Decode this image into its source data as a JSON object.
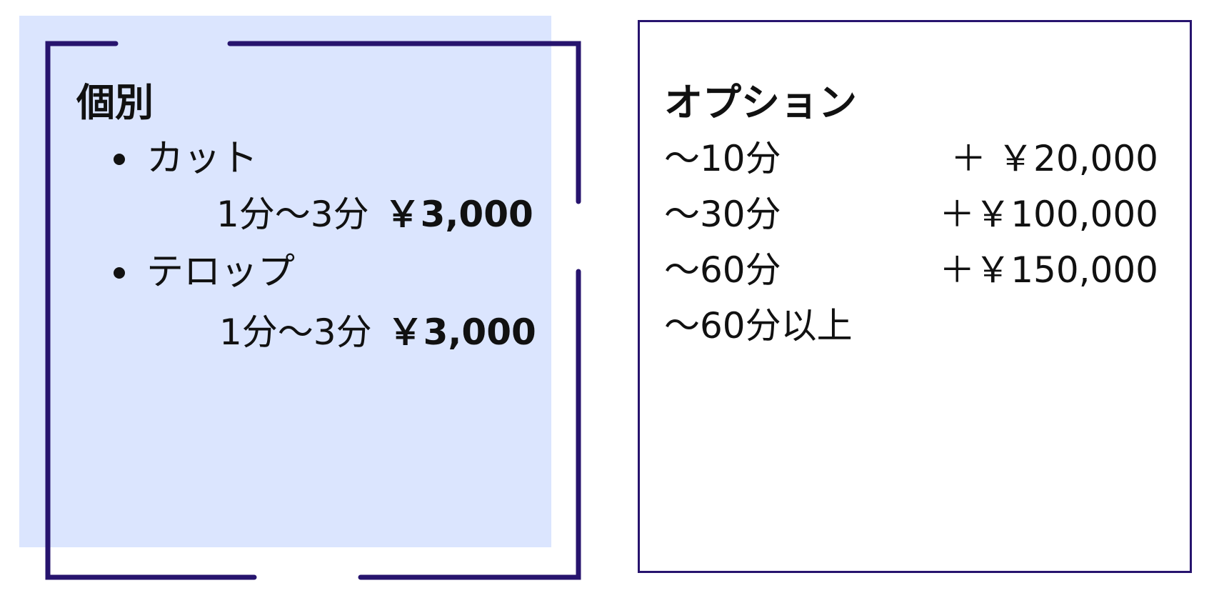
{
  "colors": {
    "accent": "#27146e",
    "card_background": "#dbe5fe",
    "text": "#111111"
  },
  "individual": {
    "title": "個別",
    "items": [
      {
        "label": "カット",
        "range": "1分〜3分",
        "price": "￥3,000"
      },
      {
        "label": "テロップ",
        "range": "1分〜3分",
        "price": "￥3,000"
      }
    ]
  },
  "options": {
    "title": "オプション",
    "rows": [
      {
        "duration": "〜10分",
        "price": "＋ ￥20,000"
      },
      {
        "duration": "〜30分",
        "price": "＋￥100,000"
      },
      {
        "duration": "〜60分",
        "price": "＋￥150,000"
      },
      {
        "duration": "〜60分以上",
        "price": ""
      }
    ]
  }
}
